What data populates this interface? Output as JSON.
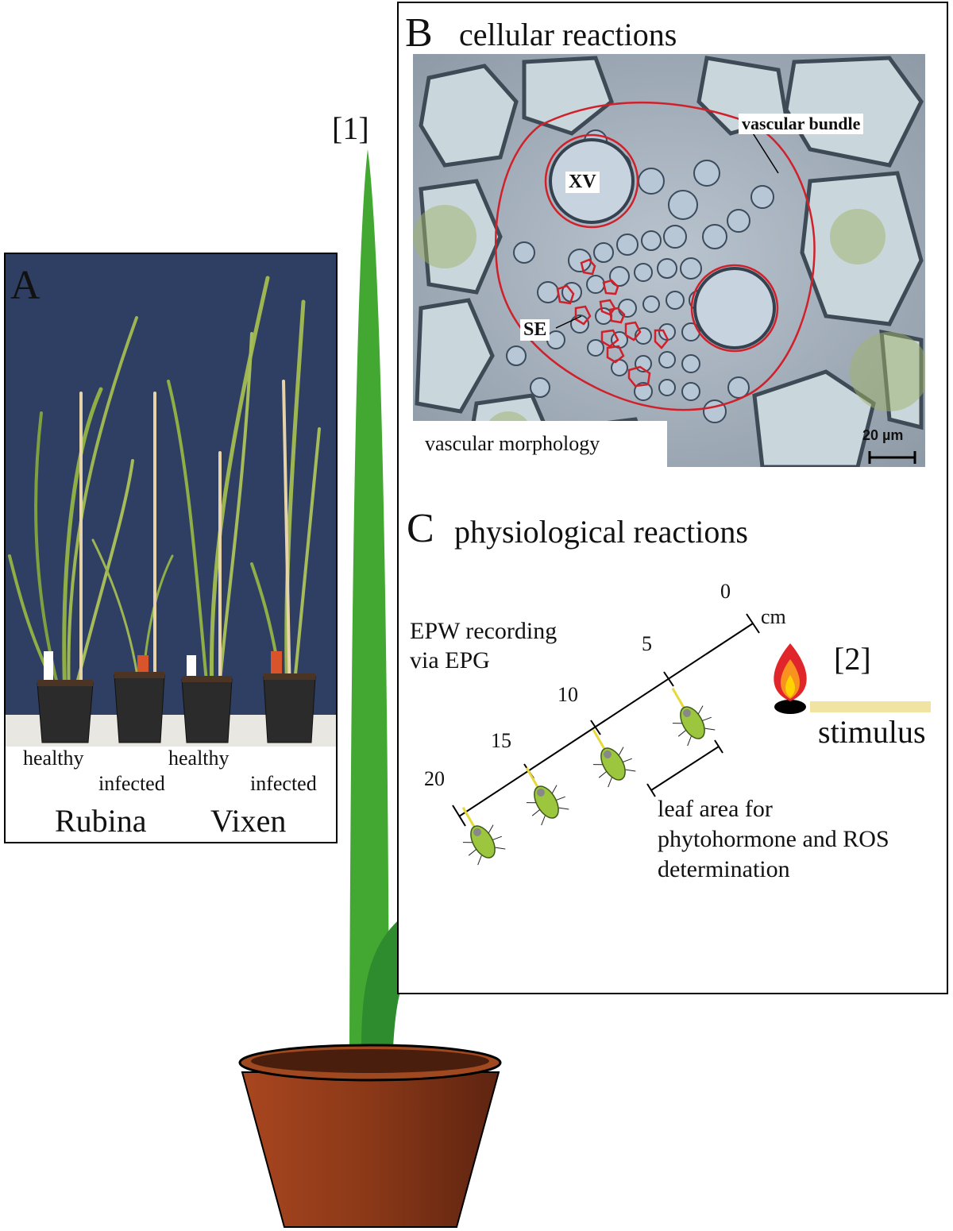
{
  "marker_1": "[1]",
  "marker_2": "[2]",
  "panel_a": {
    "letter": "A",
    "plant_labels": [
      "healthy",
      "infected",
      "healthy",
      "infected"
    ],
    "cultivars": [
      "Rubina",
      "Vixen"
    ]
  },
  "panel_b": {
    "letter": "B",
    "title": "cellular reactions",
    "label_vascular_bundle": "vascular bundle",
    "label_xv": "XV",
    "label_se": "SE",
    "caption": "vascular morphology",
    "scale_bar": "20 µm"
  },
  "panel_c": {
    "letter": "C",
    "title": "physiological reactions",
    "epw_line1": "EPW recording",
    "epw_line2": "via EPG",
    "ruler_ticks": [
      "0",
      "5",
      "10",
      "15",
      "20"
    ],
    "ruler_unit": "cm",
    "stimulus": "stimulus",
    "leaf_area_lines": [
      "leaf area for",
      "phytohormone and ROS",
      "determination"
    ]
  },
  "colors": {
    "leaf_dark": "#2e8b2e",
    "leaf_light": "#8cc63f",
    "pot": "#8b3a1a",
    "backdrop": "#2f3f63",
    "outline_red": "#d0202a"
  }
}
